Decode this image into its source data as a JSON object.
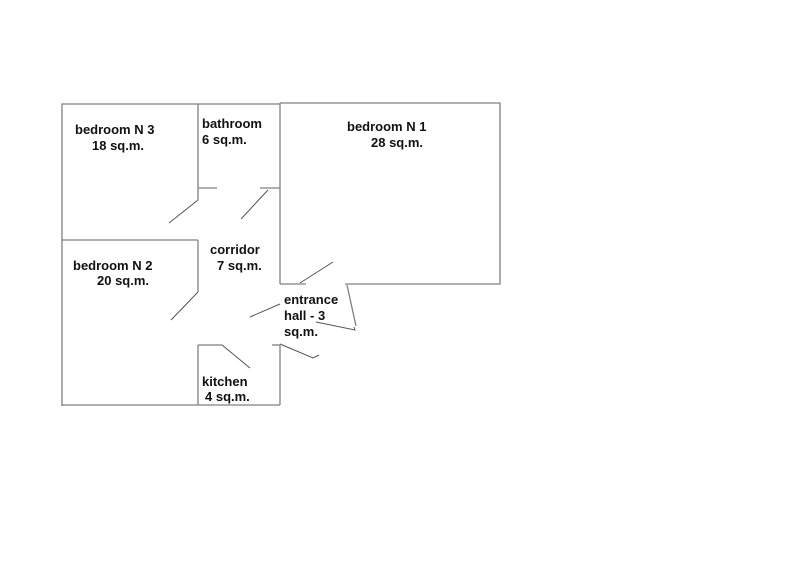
{
  "rooms": {
    "bedroom3": {
      "name": "bedroom N 3",
      "area": "18 sq.m."
    },
    "bathroom": {
      "name": "bathroom",
      "area": "6 sq.m."
    },
    "bedroom1": {
      "name": "bedroom N 1",
      "area": "28 sq.m."
    },
    "corridor": {
      "name": "corridor",
      "area": "7 sq.m."
    },
    "bedroom2": {
      "name": "bedroom N 2",
      "area": "20 sq.m."
    },
    "entrance": {
      "name": "entrance",
      "name2": "hall - 3",
      "area": "sq.m."
    },
    "kitchen": {
      "name": "kitchen",
      "area": "4 sq.m."
    }
  }
}
